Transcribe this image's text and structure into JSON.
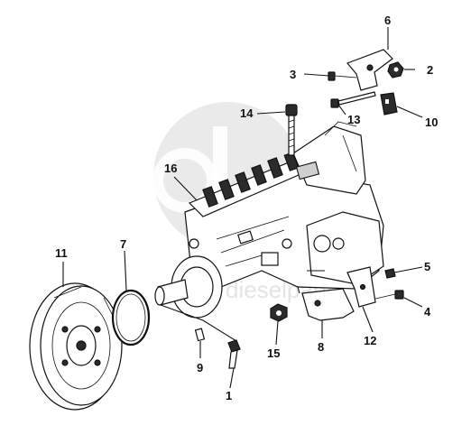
{
  "callouts": {
    "c1": "1",
    "c2": "2",
    "c3": "3",
    "c4": "4",
    "c5": "5",
    "c6": "6",
    "c7": "7",
    "c8": "8",
    "c9": "9",
    "c10": "10",
    "c11": "11",
    "c12": "12",
    "c13": "13",
    "c14": "14",
    "c15": "15",
    "c16": "16"
  },
  "watermark": {
    "text": "dieselparts"
  }
}
